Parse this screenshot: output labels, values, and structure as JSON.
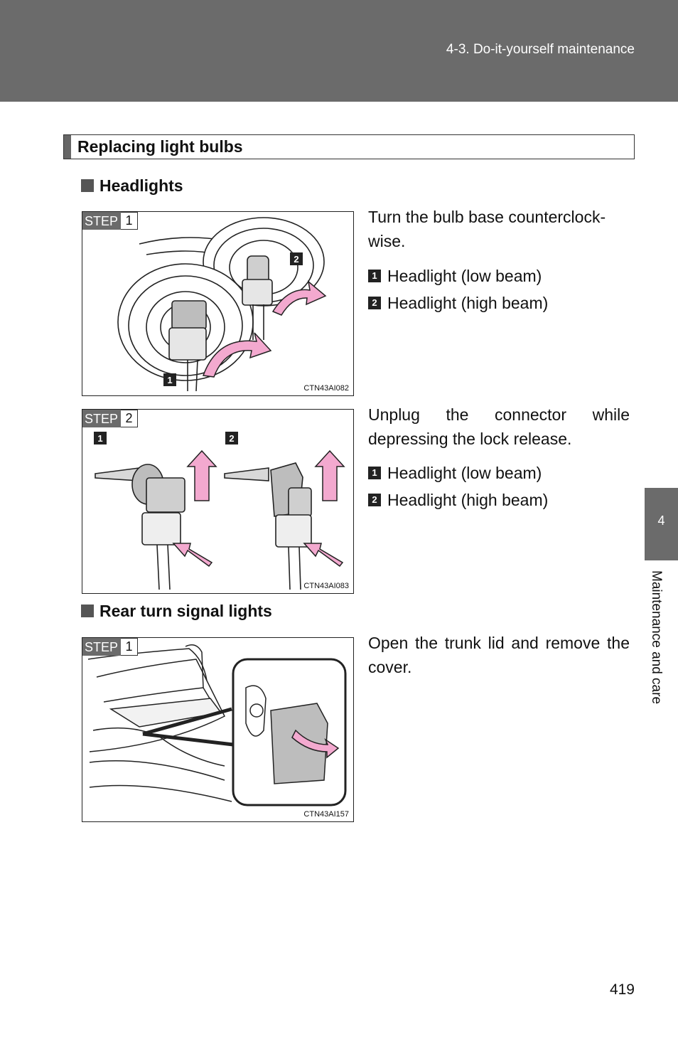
{
  "header": {
    "section": "4-3. Do-it-yourself maintenance"
  },
  "section_title": "Replacing light bulbs",
  "headlights": {
    "heading": "Headlights",
    "step1": {
      "step_word": "STEP",
      "step_num": "1",
      "code": "CTN43AI082",
      "text": "Turn the bulb base counterclock-wise.",
      "legend": [
        {
          "num": "1",
          "label": "Headlight (low beam)"
        },
        {
          "num": "2",
          "label": "Headlight (high beam)"
        }
      ]
    },
    "step2": {
      "step_word": "STEP",
      "step_num": "2",
      "code": "CTN43AI083",
      "text": "Unplug the connector while depressing the lock release.",
      "legend": [
        {
          "num": "1",
          "label": "Headlight (low beam)"
        },
        {
          "num": "2",
          "label": "Headlight (high beam)"
        }
      ]
    }
  },
  "rear_turn": {
    "heading": "Rear turn signal lights",
    "step1": {
      "step_word": "STEP",
      "step_num": "1",
      "code": "CTN43AI157",
      "text": "Open the trunk lid and remove the cover."
    }
  },
  "side_tab": {
    "number": "4",
    "label": "Maintenance and care"
  },
  "page_number": "419",
  "colors": {
    "band": "#6b6b6b",
    "arrow": "#f3a9cf",
    "arrow_stroke": "#222222"
  }
}
